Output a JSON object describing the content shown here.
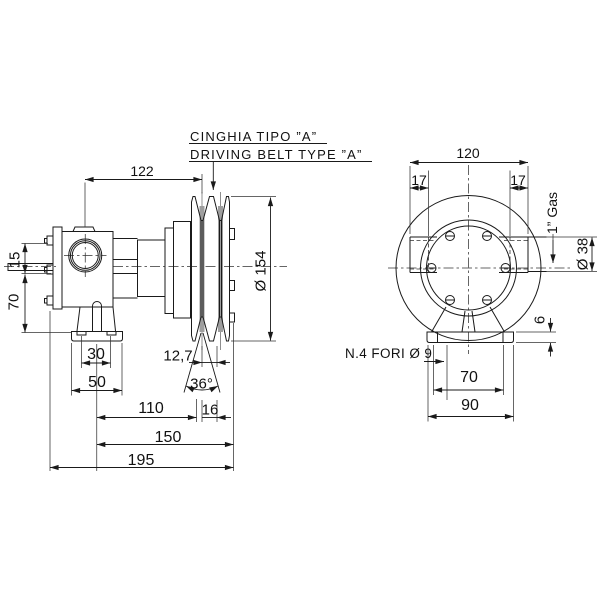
{
  "drawing": {
    "notes": {
      "belt_type_it": "CINGHIA TIPO ”A”",
      "belt_type_en": "DRIVING BELT TYPE ”A”"
    },
    "side_view": {
      "dim_face_to_groove": "122",
      "dim_screw_offset": "15",
      "dim_port_to_base": "70",
      "dim_slot_spacing": "30",
      "dim_foot_width": "50",
      "dim_foot_to_groove": "110",
      "dim_foot_to_hub_end": "150",
      "dim_overall_length": "195",
      "dim_groove_pitch": "12,7",
      "groove_angle": "36°",
      "dim_groove_width": "16",
      "pulley_diameter": "Ø 154"
    },
    "front_view": {
      "dim_overall_width": "120",
      "dim_tab_left": "17",
      "dim_tab_right": "17",
      "port_thread": "1” Gas",
      "port_diameter": "Ø 38",
      "dim_foot_height": "6",
      "holes_note": "N.4 FORI Ø 9",
      "dim_hole_spacing": "70",
      "dim_foot_length": "90"
    },
    "colors": {
      "line": "#1a1a1a",
      "thin_line": "#333333",
      "groove_fill": "#9e9e9e",
      "background": "#ffffff"
    }
  }
}
